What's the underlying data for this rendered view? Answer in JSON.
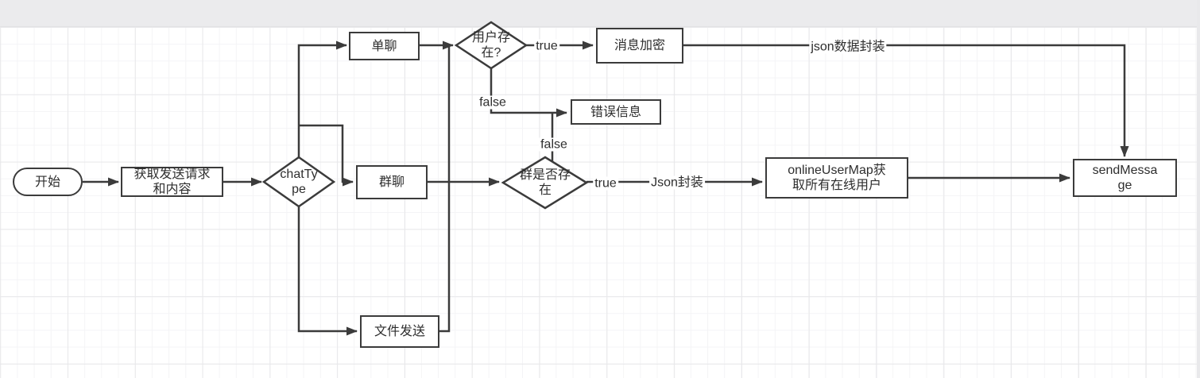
{
  "app": {
    "surface": "flowchart-editor-canvas",
    "colors": {
      "stroke": "#3b3b3b",
      "node_fill": "#ffffff",
      "canvas_bg": "#ffffff",
      "chrome_bg": "#ebebed",
      "grid_minor": "#f4f4f6",
      "grid_major": "#e8e8ea"
    }
  },
  "nodes": {
    "start": {
      "label": "开始",
      "shape": "stadium"
    },
    "get_request": {
      "label": "获取发送请求\n和内容",
      "shape": "rect"
    },
    "chat_type": {
      "label": "chatTy\npe",
      "shape": "decision"
    },
    "single_chat": {
      "label": "单聊",
      "shape": "rect"
    },
    "group_chat": {
      "label": "群聊",
      "shape": "rect"
    },
    "file_send": {
      "label": "文件发送",
      "shape": "rect"
    },
    "user_exists": {
      "label": "用户存\n在?",
      "shape": "decision"
    },
    "msg_encrypt": {
      "label": "消息加密",
      "shape": "rect"
    },
    "error_info": {
      "label": "错误信息",
      "shape": "rect"
    },
    "group_exists": {
      "label": "群是否存\n在",
      "shape": "decision"
    },
    "online_user_map": {
      "label": "onlineUserMap获\n取所有在线用户",
      "shape": "rect"
    },
    "send_message": {
      "label": "sendMessa\nge",
      "shape": "rect"
    }
  },
  "edge_labels": {
    "user_exists_true": "true",
    "user_exists_false": "false",
    "group_exists_false": "false",
    "group_exists_true": "true",
    "json_wrap": "Json封装",
    "json_data_wrap": "json数据封装"
  }
}
